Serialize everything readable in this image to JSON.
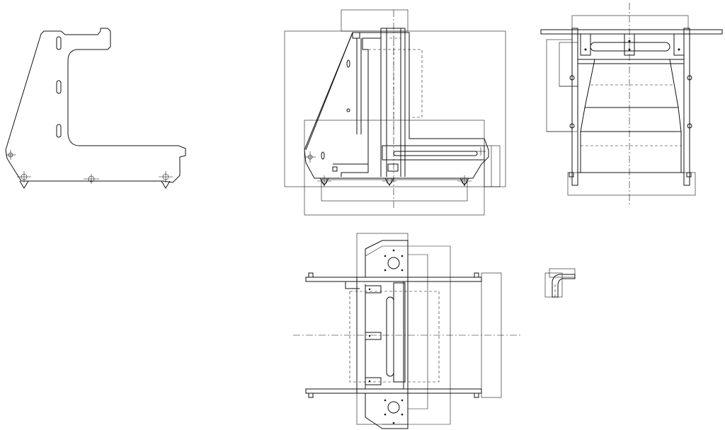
{
  "drawing": {
    "type": "orthographic-projection",
    "views": [
      "side-profile",
      "front-view",
      "end-view",
      "top-view",
      "detail-bracket"
    ],
    "labels": []
  }
}
